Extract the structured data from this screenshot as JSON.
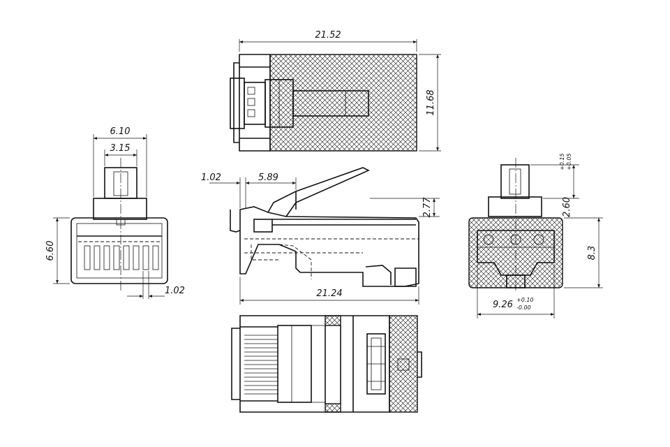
{
  "dimensions": {
    "top_length": "21.52",
    "top_height": "11.68",
    "front_width": "6.10",
    "front_inner_width": "3.15",
    "front_height": "6.60",
    "front_pin_pitch": "1.02",
    "side_offset": "1.02",
    "side_latch": "5.89",
    "side_step": "2.77",
    "side_length": "21.24",
    "rear_tab_height": "2.60",
    "rear_tab_tol_upper": "+0.15",
    "rear_tab_tol_lower": "+0.05",
    "rear_height": "8.3",
    "rear_width": "9.26",
    "rear_width_tol_upper": "+0.10",
    "rear_width_tol_lower": "-0.00"
  }
}
